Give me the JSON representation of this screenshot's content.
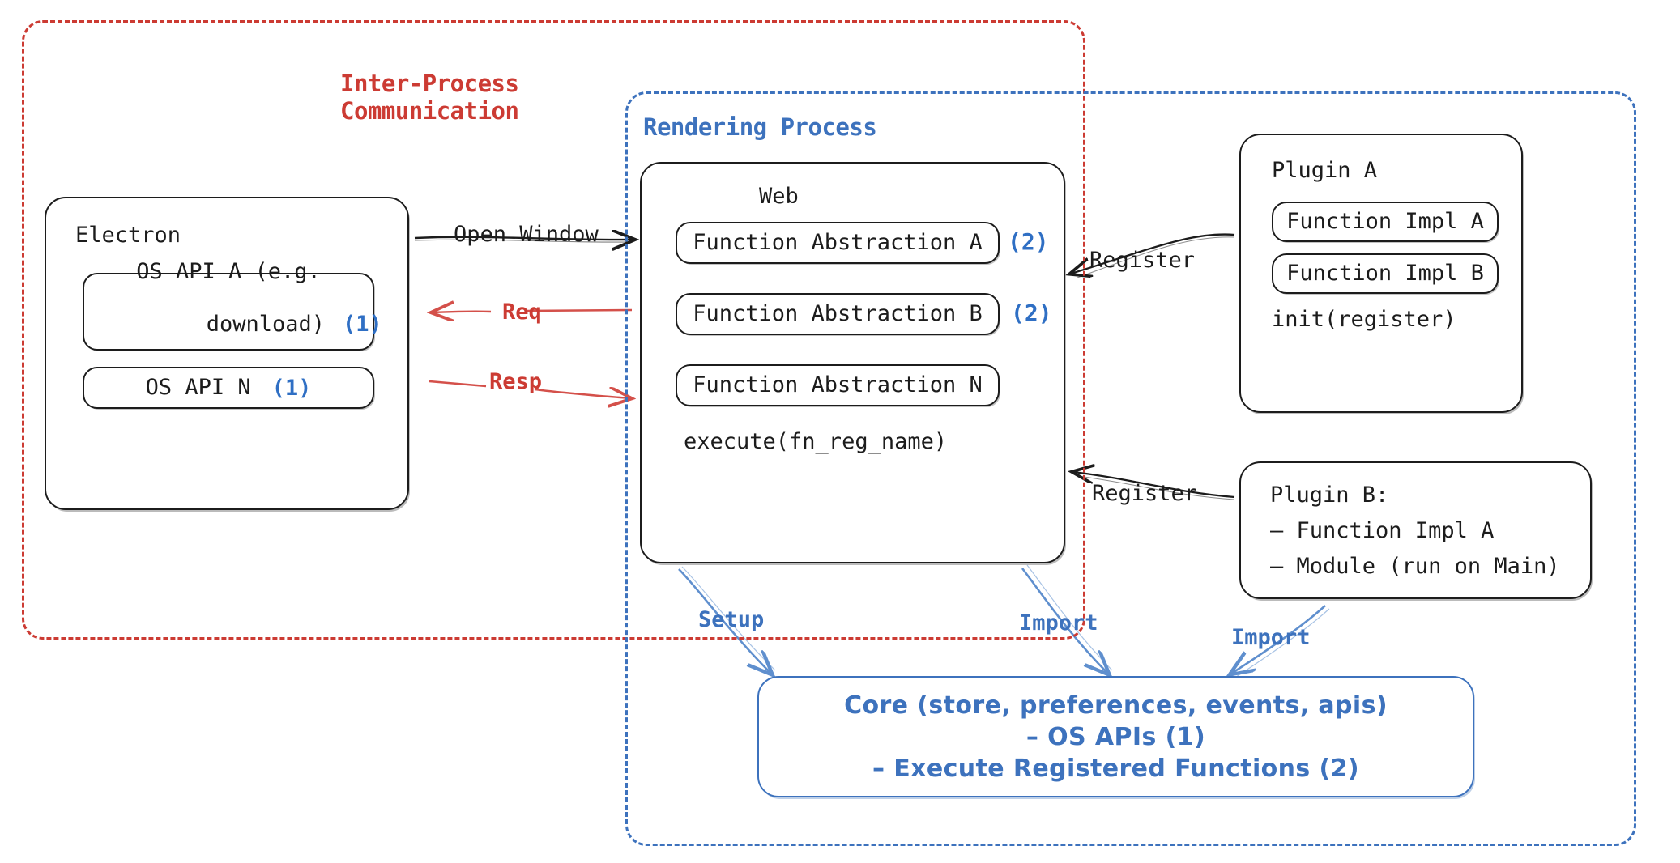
{
  "groups": {
    "ipc": {
      "label_line1": "Inter-Process",
      "label_line2": "Communication",
      "color": "#cc3b33"
    },
    "rendering": {
      "label": "Rendering Process",
      "color": "#3d72bd"
    }
  },
  "electron": {
    "title": "Electron",
    "apis": [
      {
        "line1": "OS API A (e.g.",
        "line2": "download)",
        "marker": "(1)"
      },
      {
        "line1": "OS API N",
        "line2": "",
        "marker": "(1)"
      }
    ]
  },
  "web": {
    "title": "Web",
    "abstractions": [
      {
        "label": "Function Abstraction A",
        "marker": "(2)"
      },
      {
        "label": "Function Abstraction B",
        "marker": "(2)"
      },
      {
        "label": "Function Abstraction N",
        "marker": ""
      }
    ],
    "execute": "execute(fn_reg_name)"
  },
  "plugin_a": {
    "title": "Plugin A",
    "impls": [
      "Function Impl A",
      "Function Impl B"
    ],
    "init": "init(register)"
  },
  "plugin_b": {
    "title": "Plugin B:",
    "items": [
      "– Function Impl A",
      "– Module (run on Main)"
    ]
  },
  "core": {
    "line1": "Core (store, preferences, events, apis)",
    "line2": "– OS APIs (1)",
    "line3": "– Execute Registered Functions (2)",
    "color": "#3d72bd"
  },
  "edges": {
    "open_window": "Open Window",
    "req": "Req",
    "resp": "Resp",
    "register_top": "Register",
    "register_bottom": "Register",
    "setup": "Setup",
    "import_web": "Import",
    "import_plugin_b": "Import"
  },
  "colors": {
    "ink": "#1c1c1c",
    "red": "#cc3b33",
    "blue": "#3d72bd",
    "marker_blue": "#2f6fc4"
  }
}
